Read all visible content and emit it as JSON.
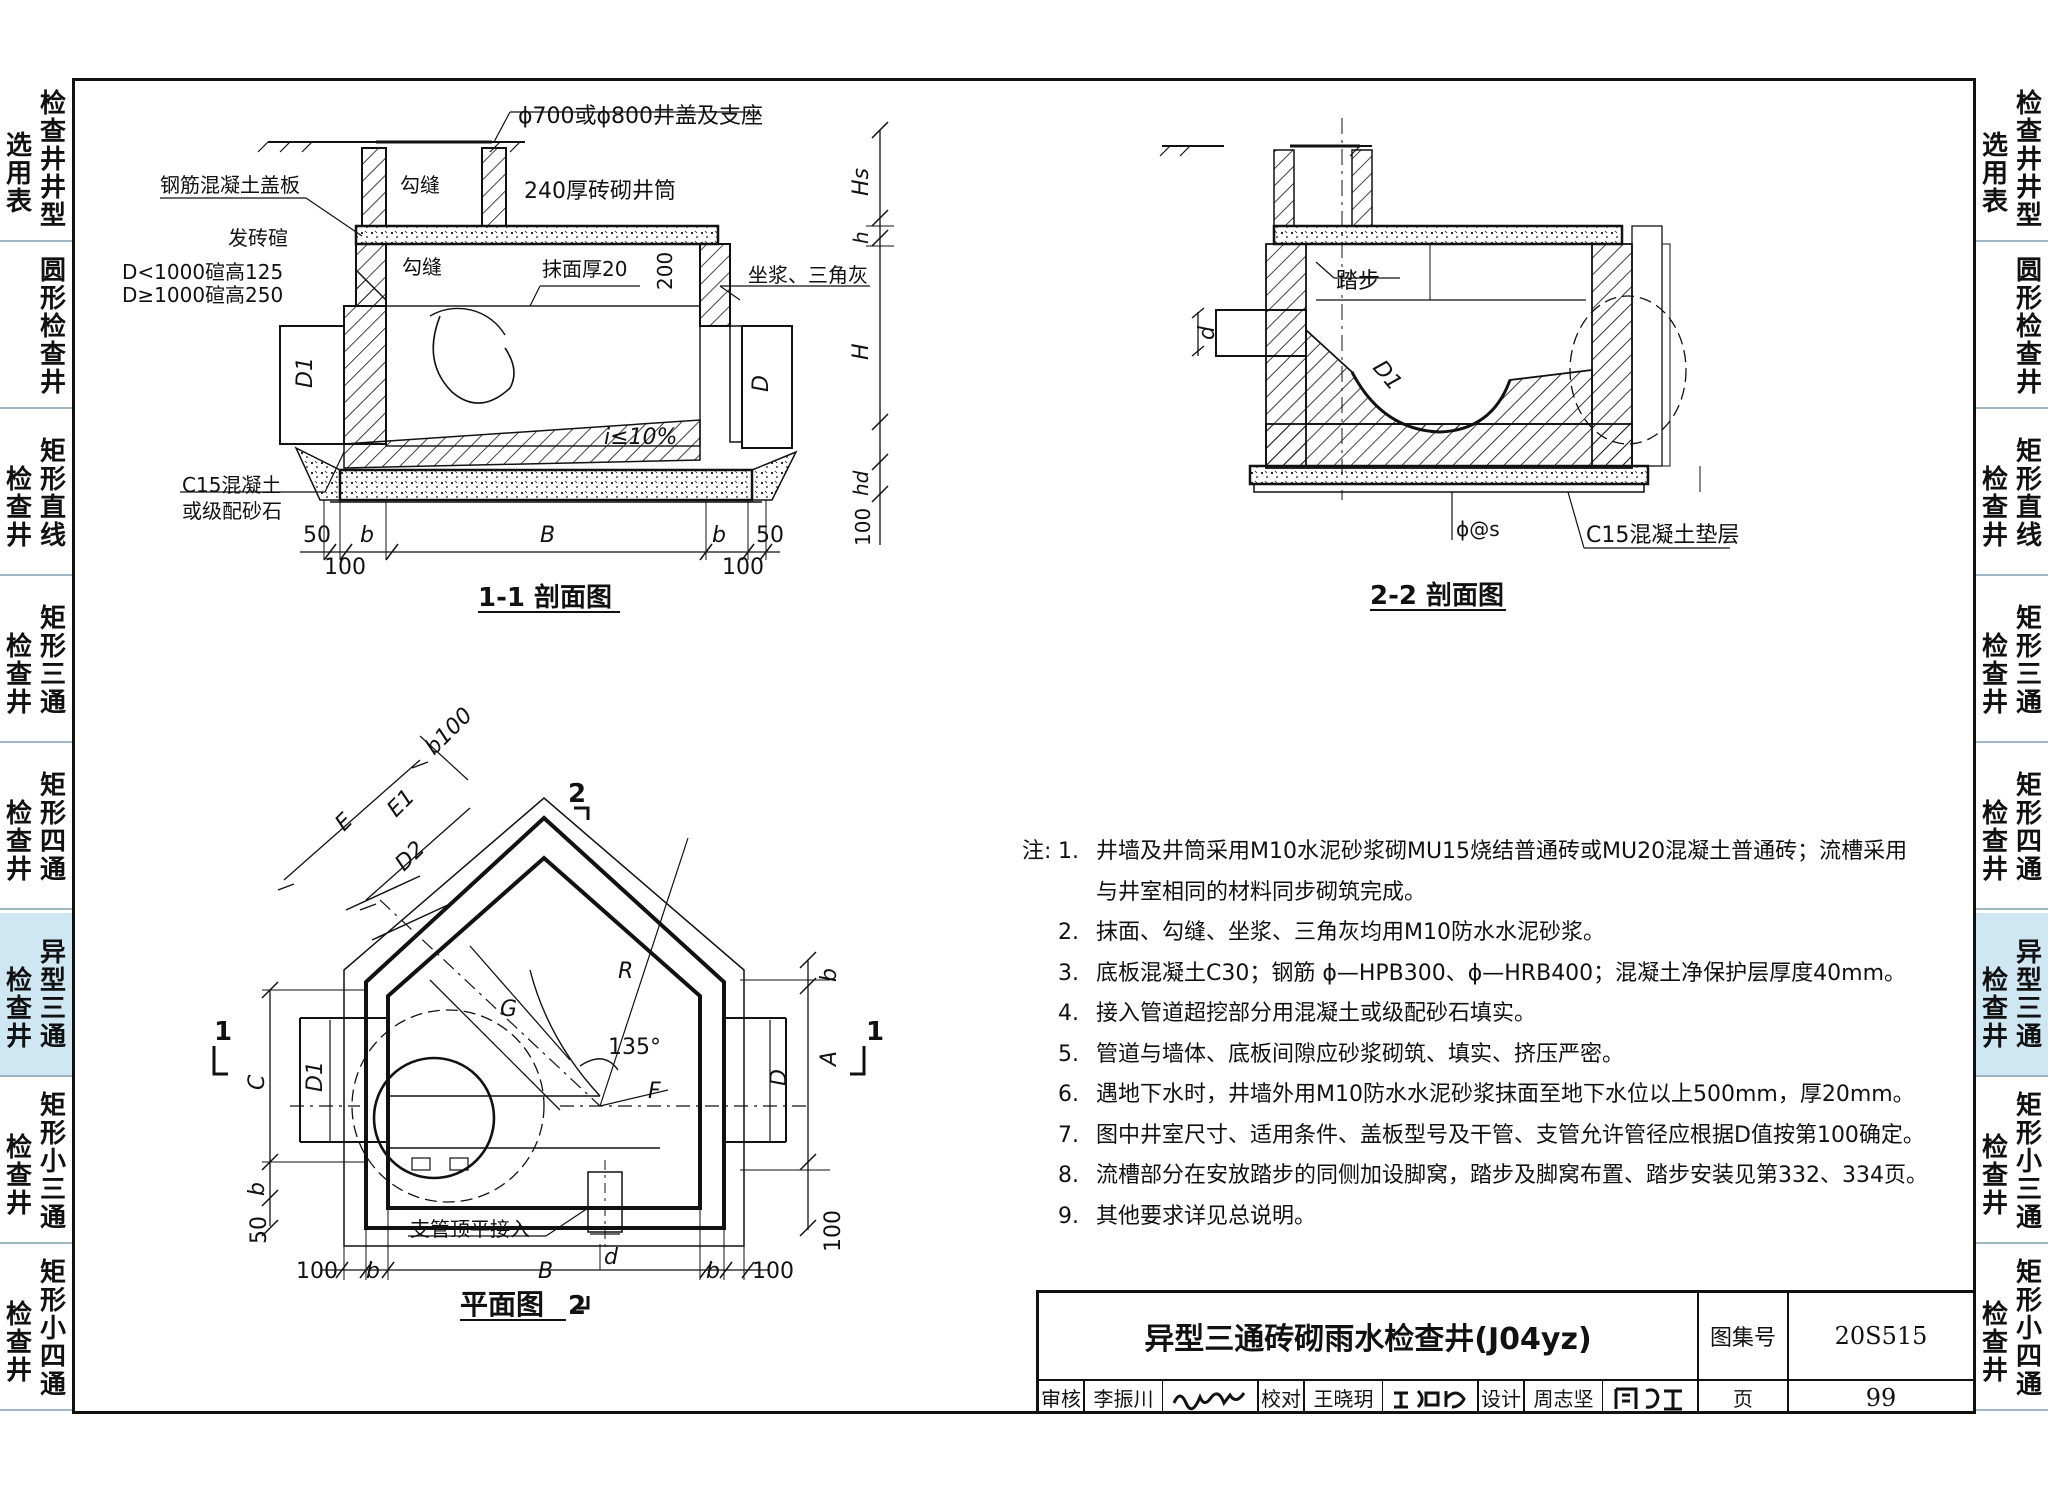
{
  "side_tabs": [
    {
      "col1": [
        "选",
        "用",
        "表"
      ],
      "col2": [
        "检",
        "查",
        "井",
        "井",
        "型"
      ],
      "active": false
    },
    {
      "col1": [],
      "col2": [
        "圆",
        "形",
        "检",
        "查",
        "井"
      ],
      "active": false
    },
    {
      "col1": [
        "检",
        "查",
        "井"
      ],
      "col2": [
        "矩",
        "形",
        "直",
        "线"
      ],
      "active": false
    },
    {
      "col1": [
        "检",
        "查",
        "井"
      ],
      "col2": [
        "矩",
        "形",
        "三",
        "通"
      ],
      "active": false
    },
    {
      "col1": [
        "检",
        "查",
        "井"
      ],
      "col2": [
        "矩",
        "形",
        "四",
        "通"
      ],
      "active": false
    },
    {
      "col1": [
        "检",
        "查",
        "井"
      ],
      "col2": [
        "异",
        "型",
        "三",
        "通"
      ],
      "active": true
    },
    {
      "col1": [
        "检",
        "查",
        "井"
      ],
      "col2": [
        "矩",
        "形",
        "小",
        "三",
        "通"
      ],
      "active": false
    },
    {
      "col1": [
        "检",
        "查",
        "井"
      ],
      "col2": [
        "矩",
        "形",
        "小",
        "四",
        "通"
      ],
      "active": false
    }
  ],
  "section_1_1": {
    "title": "1-1 剖面图",
    "labels": {
      "cover": "ϕ700或ϕ800井盖及支座",
      "slab": "钢筋混凝土盖板",
      "joint1": "勾缝",
      "shaft": "240厚砖砌井筒",
      "arch": "发砖碹",
      "arch_d1": "D<1000碹高125",
      "arch_d2": "D≥1000碹高250",
      "joint2": "勾缝",
      "plaster": "抹面厚20",
      "dim200": "200",
      "mortar": "坐浆、三角灰",
      "slope": "i≤10%",
      "base1": "C15混凝土",
      "base2": "或级配砂石",
      "d1": "D1",
      "d": "D",
      "hs": "Hs",
      "h_small": "h",
      "H": "H",
      "hd": "hd",
      "v100": "100",
      "b_dim": [
        "50",
        "b",
        "B",
        "b",
        "50"
      ],
      "b100": [
        "100",
        "100"
      ]
    }
  },
  "section_2_2": {
    "title": "2-2 剖面图",
    "labels": {
      "step": "踏步",
      "d": "d",
      "d1": "D1",
      "rebar": "ϕ@s",
      "base": "C15混凝土垫层"
    }
  },
  "plan": {
    "title": "平面图",
    "marks": {
      "two": "2",
      "one": "1"
    },
    "labels": {
      "b100": "b100",
      "E": "E",
      "E1": "E1",
      "D2": "D2",
      "R": "R",
      "G": "G",
      "angle": "135°",
      "F": "F",
      "C": "C",
      "D1": "D1",
      "D": "D",
      "A": "A",
      "b": "b",
      "d": "d",
      "v50": "50",
      "v100": "100",
      "branch": "支管顶平接入",
      "bottom_dims": [
        "100",
        "b",
        "B",
        "b",
        "100"
      ]
    }
  },
  "notes": {
    "lead": "注:",
    "items": [
      {
        "n": "1.",
        "text": "井墙及井筒采用M10水泥砂浆砌MU15烧结普通砖或MU20混凝土普通砖；流槽采用"
      },
      {
        "n": "",
        "text": "与井室相同的材料同步砌筑完成。"
      },
      {
        "n": "2.",
        "text": "抹面、勾缝、坐浆、三角灰均用M10防水水泥砂浆。"
      },
      {
        "n": "3.",
        "text": "底板混凝土C30；钢筋 ϕ—HPB300、ϕ—HRB400；混凝土净保护层厚度40mm。"
      },
      {
        "n": "4.",
        "text": "接入管道超挖部分用混凝土或级配砂石填实。"
      },
      {
        "n": "5.",
        "text": "管道与墙体、底板间隙应砂浆砌筑、填实、挤压严密。"
      },
      {
        "n": "6.",
        "text": "遇地下水时，井墙外用M10防水水泥砂浆抹面至地下水位以上500mm，厚20mm。"
      },
      {
        "n": "7.",
        "text": "图中井室尺寸、适用条件、盖板型号及干管、支管允许管径应根据D值按第100确定。"
      },
      {
        "n": "8.",
        "text": "流槽部分在安放踏步的同侧加设脚窝，踏步及脚窝布置、踏步安装见第332、334页。"
      },
      {
        "n": "9.",
        "text": "其他要求详见总说明。"
      }
    ]
  },
  "title_block": {
    "title": "异型三通砖砌雨水检查井(J04yz)",
    "atlas_label": "图集号",
    "atlas_no": "20S515",
    "review_label": "审核",
    "reviewer": "李振川",
    "check_label": "校对",
    "checker": "王晓玥",
    "design_label": "设计",
    "designer": "周志坚",
    "page_label": "页",
    "page_no": "99"
  },
  "colors": {
    "ink": "#111111",
    "active_tab": "#cfe6f3",
    "tab_rule": "#9fb7c4"
  }
}
